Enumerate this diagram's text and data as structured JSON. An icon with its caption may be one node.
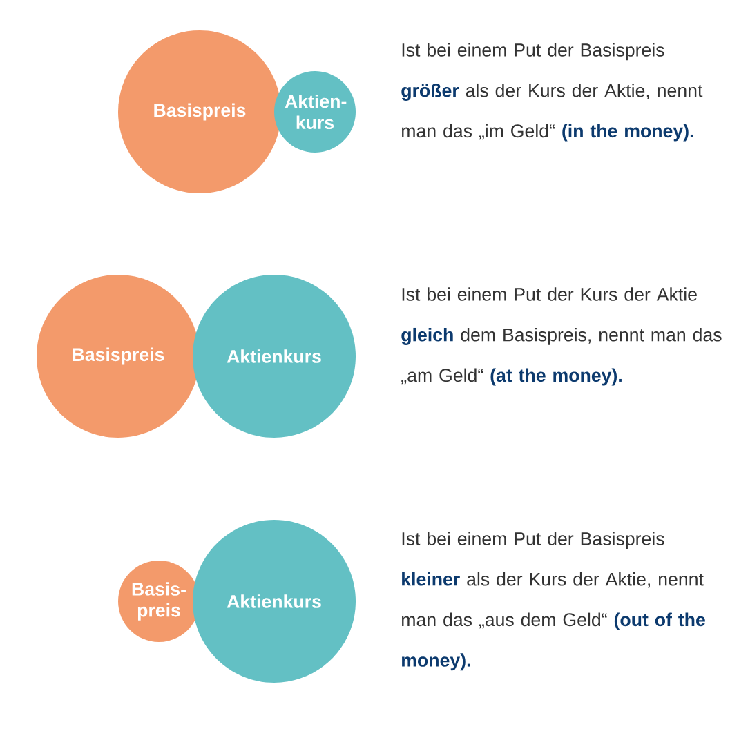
{
  "diagram": {
    "nodes": [
      {
        "text": [
          "Basispreis"
        ]
      },
      {
        "text": [
          "Aktien- kurs"
        ]
      },
      {
        "text": [
          "Basispreis"
        ]
      },
      {
        "text": [
          "Aktienkurs"
        ]
      },
      {
        "text": [
          "Basis- preis"
        ]
      },
      {
        "text": [
          "Aktienkurs"
        ]
      }
    ],
    "labels": [
      "Ist bei einem Put der Basispreis **größer** als der Kurs der Aktie, nennt man das „im Geld“ **(in the money).**",
      "Ist bei einem Put der Kurs der Aktie **gleich** dem Basispreis, nennt man das „am Geld“ **(at the money).**",
      "Ist bei einem Put der Basispreis **kleiner** als der Kurs der Aktie, nennt man das „aus dem Geld“ **(out of the money).**"
    ]
  }
}
